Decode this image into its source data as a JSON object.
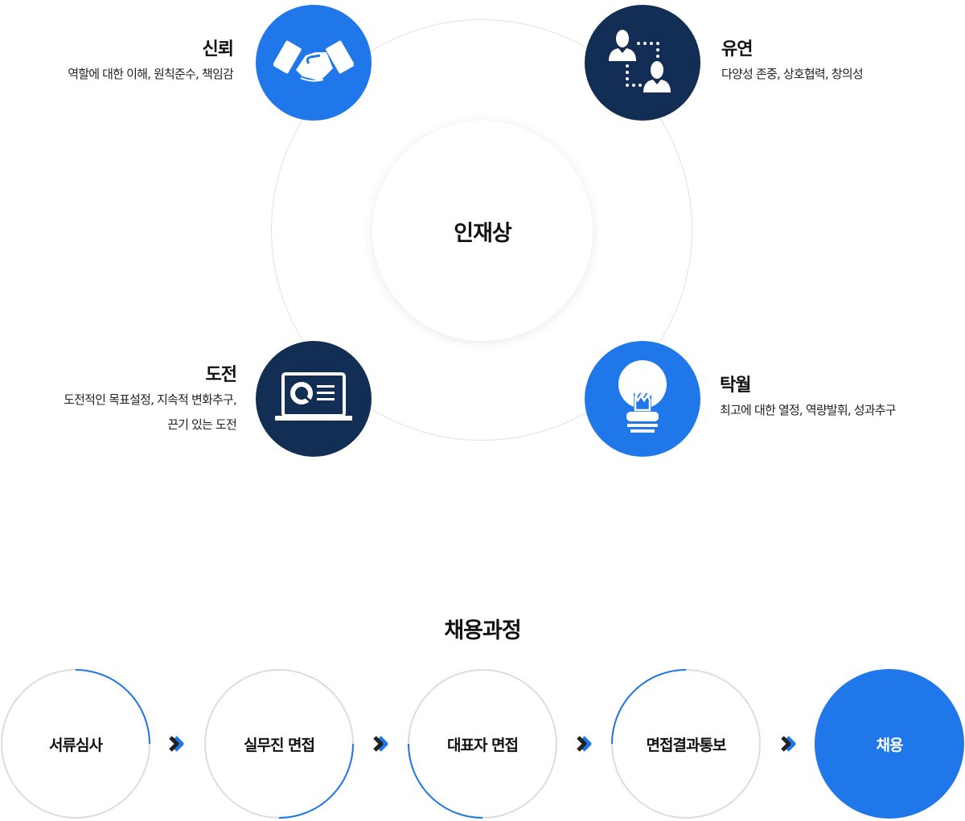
{
  "talent": {
    "center_title": "인재상",
    "values": [
      {
        "title": "신뢰",
        "description": "역할에 대한 이해, 원칙준수, 책임감",
        "icon": "handshake-icon",
        "color": "#1f77ea",
        "side": "left"
      },
      {
        "title": "유연",
        "description": "다양성 존중, 상호협력, 창의성",
        "icon": "people-network-icon",
        "color": "#132e54",
        "side": "right"
      },
      {
        "title": "도전",
        "description": "도전적인 목표설정, 지속적 변화추구,\n끈기 있는 도전",
        "icon": "laptop-chart-icon",
        "color": "#132e54",
        "side": "left"
      },
      {
        "title": "탁월",
        "description": "최고에 대한 열정, 역량발휘, 성과추구",
        "icon": "lightbulb-icon",
        "color": "#1f77ea",
        "side": "right"
      }
    ]
  },
  "process": {
    "title": "채용과정",
    "steps": [
      {
        "label": "서류심사",
        "progress_arc": "top-right quarter"
      },
      {
        "label": "실무진 면접",
        "progress_arc": "bottom-right quarter"
      },
      {
        "label": "대표자 면접",
        "progress_arc": "bottom-left quarter"
      },
      {
        "label": "면접결과통보",
        "progress_arc": "top-left quarter"
      },
      {
        "label": "채용",
        "progress_arc": "full (filled)"
      }
    ],
    "arrow_icon": "double-chevron-right-icon"
  },
  "colors": {
    "accent_blue": "#1f77ea",
    "navy": "#132e54",
    "ring_gray": "#dddddd",
    "text": "#111111"
  }
}
